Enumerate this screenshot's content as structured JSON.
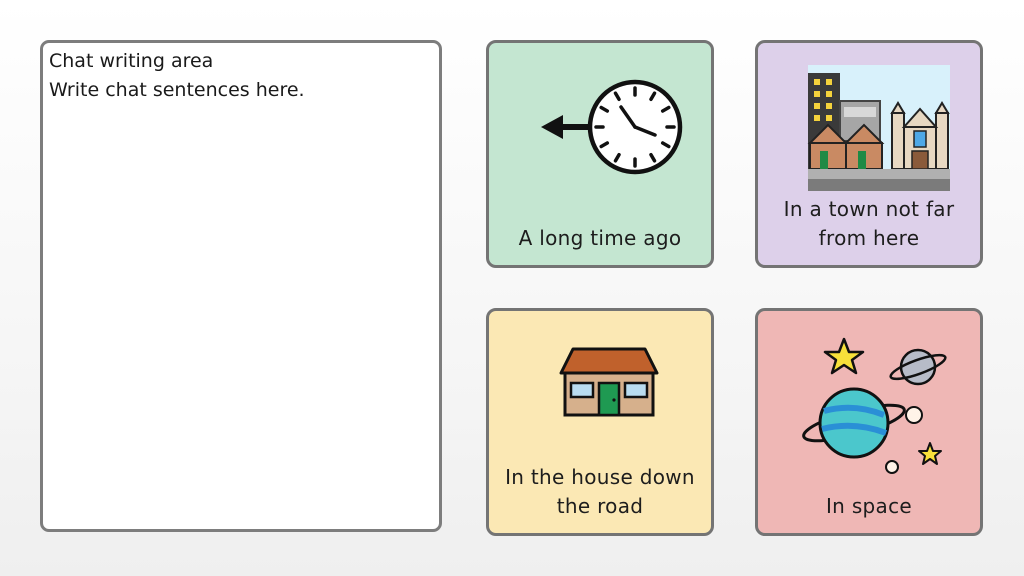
{
  "chat": {
    "title": "Chat writing area",
    "placeholder": "Write chat sentences here."
  },
  "cards": [
    {
      "label": "A long time ago",
      "icon": "clock-arrow-icon",
      "color": "#c4e6d1"
    },
    {
      "label": "In a town not far from here",
      "icon": "town-icon",
      "color": "#ddd0ea"
    },
    {
      "label": "In the house down the road",
      "icon": "house-icon",
      "color": "#fbe8b4"
    },
    {
      "label": "In space",
      "icon": "space-icon",
      "color": "#efb7b5"
    }
  ]
}
